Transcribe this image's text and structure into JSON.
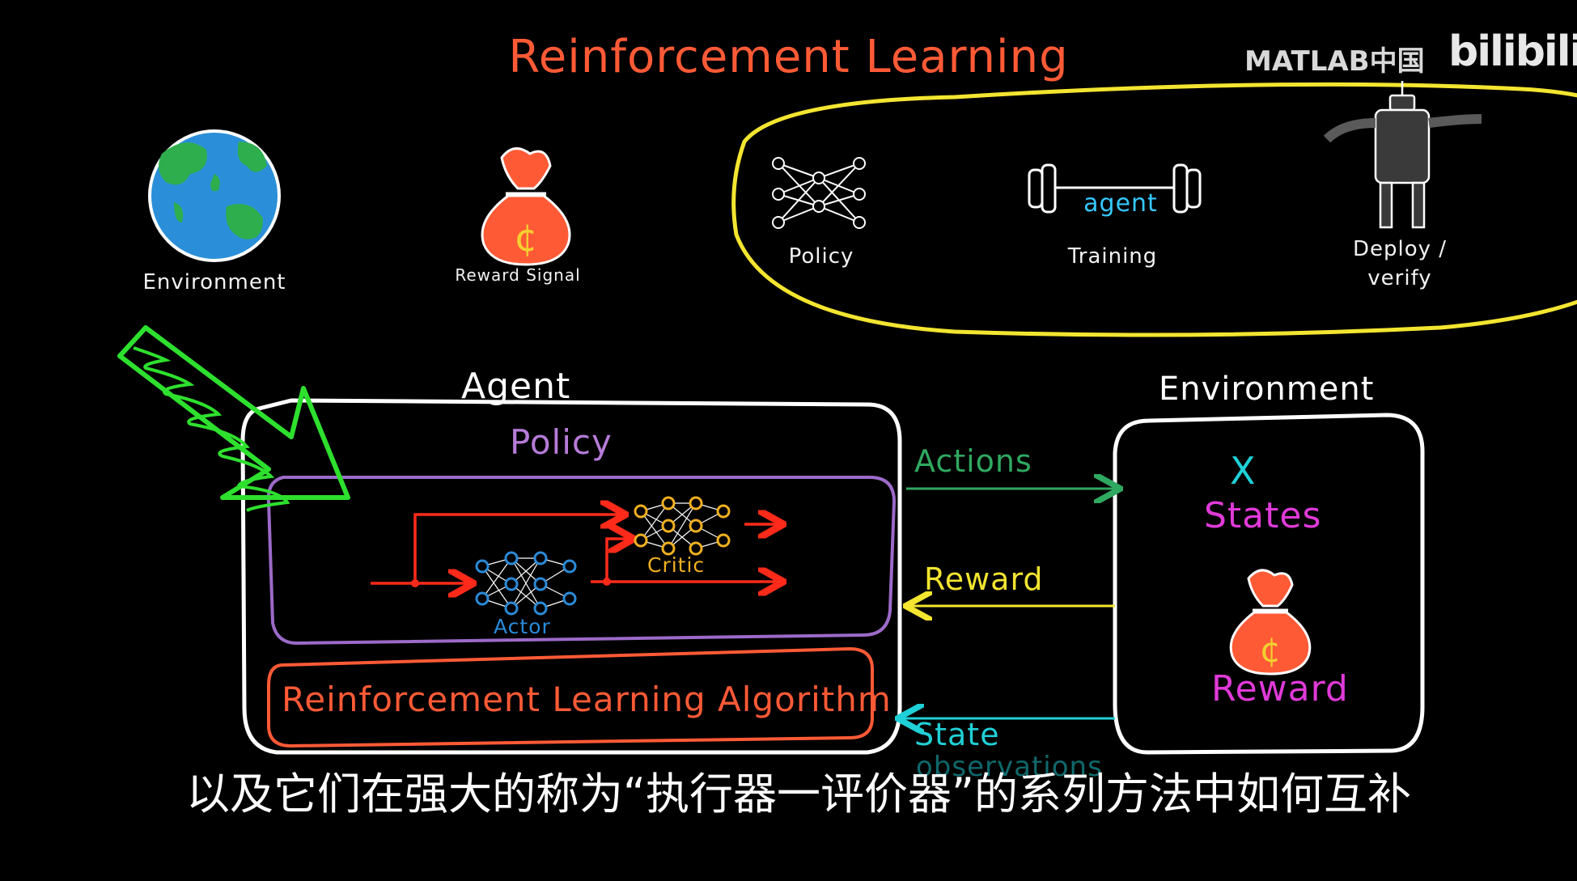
{
  "title": "Reinforcement Learning",
  "watermark": {
    "brand": "MATLAB中国",
    "site": "bilibili"
  },
  "top_icons": {
    "environment": "Environment",
    "reward_signal": "Reward Signal",
    "policy": "Policy",
    "training": "Training",
    "training_word": "agent",
    "deploy": "Deploy /",
    "verify": "verify"
  },
  "agent": {
    "title": "Agent",
    "policy": "Policy",
    "critic": "Critic",
    "actor": "Actor",
    "algorithm": "Reinforcement Learning Algorithm"
  },
  "environment": {
    "title": "Environment",
    "x_symbol": "X",
    "states": "States",
    "reward": "Reward"
  },
  "arrows": {
    "actions": "Actions",
    "reward": "Reward",
    "state": "State",
    "observations": "observations"
  },
  "subtitle": "以及它们在强大的称为“执行器一评价器”的系列方法中如何互补",
  "colors": {
    "title": "#ff5a36",
    "actions": "#2fa860",
    "reward": "#f3e530",
    "state": "#1fd0d6",
    "states": "#e03ad8",
    "policy_box": "#9c6ac8",
    "algorithm_box": "#ff5a36",
    "highlight_arrow": "#2ee02e",
    "loop": "#f3e530"
  }
}
